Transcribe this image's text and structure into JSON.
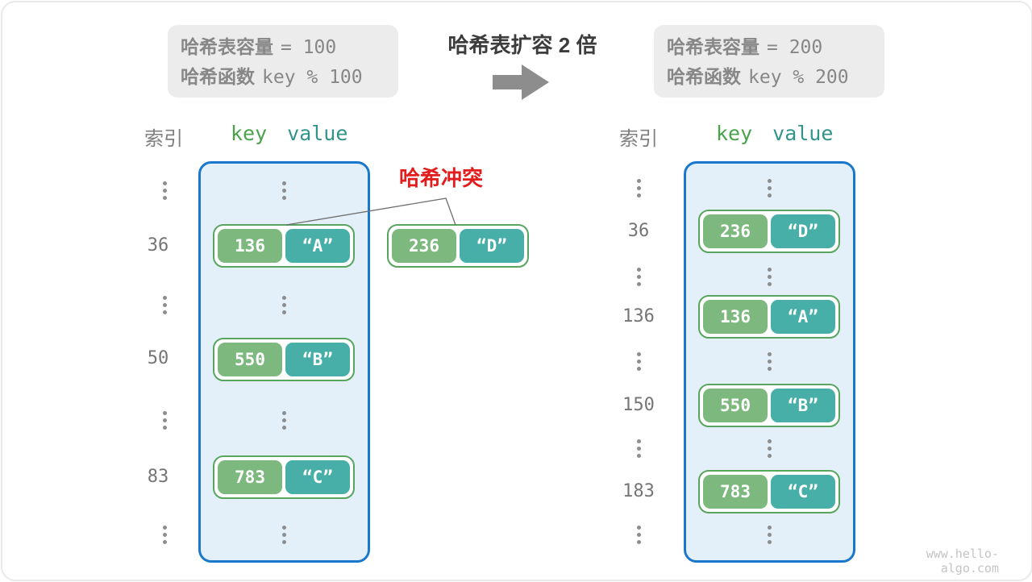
{
  "info_box_left": {
    "capacity_label": "哈希表容量",
    "capacity_code": "= 100",
    "function_label": "哈希函数",
    "function_code": "key % 100"
  },
  "info_box_right": {
    "capacity_label": "哈希表容量",
    "capacity_code": "= 200",
    "function_label": "哈希函数",
    "function_code": "key % 200"
  },
  "expansion_title": "哈希表扩容 2 倍",
  "collision_label": "哈希冲突",
  "table_headers": {
    "index": "索引",
    "key": "key",
    "value": "value"
  },
  "left_table": {
    "entries": [
      {
        "index": "36",
        "key": "136",
        "value": "“A”"
      },
      {
        "index": "50",
        "key": "550",
        "value": "“B”"
      },
      {
        "index": "83",
        "key": "783",
        "value": "“C”"
      }
    ]
  },
  "collision_pair": {
    "key": "236",
    "value": "“D”"
  },
  "right_table": {
    "entries": [
      {
        "index": "36",
        "key": "236",
        "value": "“D”"
      },
      {
        "index": "136",
        "key": "136",
        "value": "“A”"
      },
      {
        "index": "150",
        "key": "550",
        "value": "“B”"
      },
      {
        "index": "183",
        "key": "783",
        "value": "“C”"
      }
    ]
  },
  "watermark": "www.hello-algo.com",
  "colors": {
    "container_border": "#1a78cc",
    "container_fill": "#e4f0f9",
    "key_fill": "#7db97e",
    "value_fill": "#47afa8",
    "pair_border": "#57a55e",
    "key_header": "#4aa34c",
    "value_header": "#31948a",
    "collision_red": "#e21d1d",
    "arrow_gray": "#8d8d8d"
  }
}
